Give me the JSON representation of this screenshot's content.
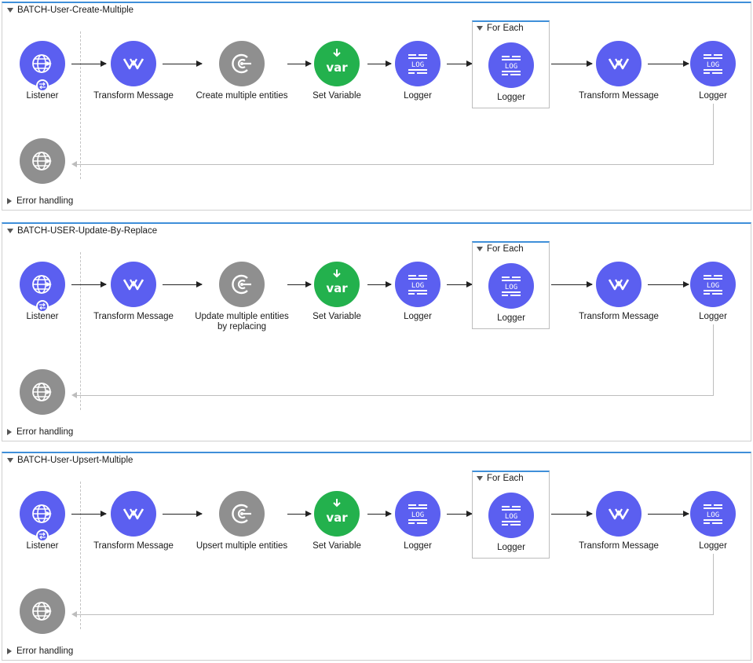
{
  "flows": [
    {
      "title": "BATCH-User-Create-Multiple",
      "components": {
        "listener": "Listener",
        "transform1": "Transform Message",
        "connector": "Create multiple entities",
        "set_variable": "Set Variable",
        "logger1": "Logger",
        "foreach_title": "For Each",
        "foreach_logger": "Logger",
        "transform2": "Transform Message",
        "logger2": "Logger"
      },
      "error_handling": "Error handling"
    },
    {
      "title": "BATCH-USER-Update-By-Replace",
      "components": {
        "listener": "Listener",
        "transform1": "Transform Message",
        "connector": "Update multiple entities by replacing",
        "set_variable": "Set Variable",
        "logger1": "Logger",
        "foreach_title": "For Each",
        "foreach_logger": "Logger",
        "transform2": "Transform Message",
        "logger2": "Logger"
      },
      "error_handling": "Error handling"
    },
    {
      "title": "BATCH-User-Upsert-Multiple",
      "components": {
        "listener": "Listener",
        "transform1": "Transform Message",
        "connector": "Upsert multiple entities",
        "set_variable": "Set Variable",
        "logger1": "Logger",
        "foreach_title": "For Each",
        "foreach_logger": "Logger",
        "transform2": "Transform Message",
        "logger2": "Logger"
      },
      "error_handling": "Error handling"
    }
  ],
  "icons": {
    "listener": "globe-icon",
    "transform": "dataweave-icon",
    "connector": "connector-icon",
    "set_variable": "var-icon",
    "logger": "log-icon"
  },
  "var_icon_text": "var",
  "log_icon_text": "LOG",
  "colors": {
    "blue": "#5b5ff0",
    "gray": "#8f8f8f",
    "green": "#23b14d",
    "accent": "#3f8fd9"
  }
}
